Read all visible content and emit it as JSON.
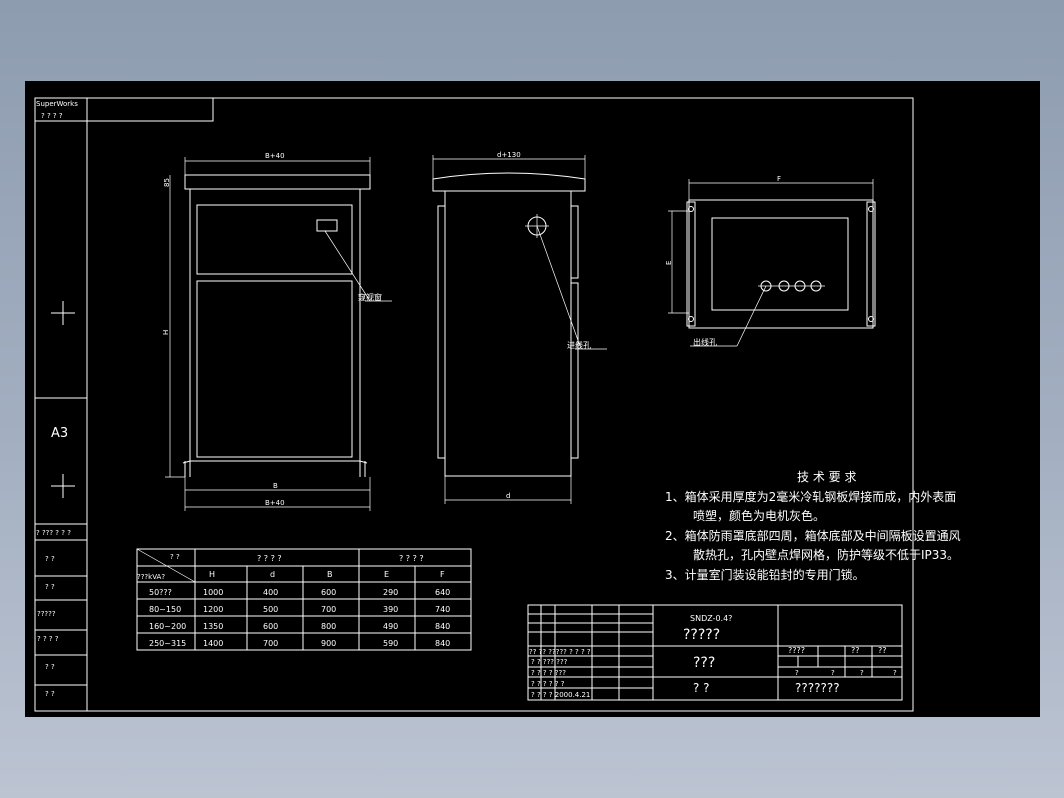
{
  "border": {
    "brand": "SuperWorks",
    "brand_sub": "? ? ? ?",
    "paper_size": "A3",
    "left_strip": [
      "? ??? ? ? ?",
      "?   ?",
      "?   ?",
      "?????",
      "? ? ? ?",
      "?   ?",
      "?   ?"
    ]
  },
  "front_view": {
    "dim_top": "B+40",
    "dim_height_side": "85",
    "dim_H": "H",
    "dim_bottom_inner": "B",
    "dim_bottom_outer": "B+40",
    "label_window": "窥视窗"
  },
  "side_view": {
    "dim_top": "d+130",
    "dim_bottom": "d",
    "label_entry": "进线孔"
  },
  "bottom_view": {
    "dim_top": "F",
    "dim_side": "E",
    "label_exit": "出线孔"
  },
  "tech_requirements": {
    "title": "技 术 要 求",
    "lines": [
      "1、箱体采用厚度为2毫米冷轧钢板焊接而成，内外表面",
      "喷塑，颜色为电机灰色。",
      "2、箱体防雨罩底部四周，箱体底部及中间隔板设置通风",
      "散热孔，孔内壁点焊网格，防护等级不低于IP33。",
      "3、计量室门装设能铅封的专用门锁。"
    ]
  },
  "spec_table": {
    "corner_top": "?  ?",
    "corner_bottom": "???kVA?",
    "group1": "? ? ? ?",
    "group2": "? ? ? ?",
    "headers": [
      "H",
      "d",
      "B",
      "E",
      "F"
    ],
    "rows": [
      {
        "kva": "50???",
        "cells": [
          "1000",
          "400",
          "600",
          "290",
          "640"
        ]
      },
      {
        "kva": "80~150",
        "cells": [
          "1200",
          "500",
          "700",
          "390",
          "740"
        ]
      },
      {
        "kva": "160~200",
        "cells": [
          "1350",
          "600",
          "800",
          "490",
          "840"
        ]
      },
      {
        "kva": "250~315",
        "cells": [
          "1400",
          "700",
          "900",
          "590",
          "840"
        ]
      }
    ]
  },
  "title_block": {
    "model": "SNDZ-0.4?",
    "name": "?????",
    "material": "???",
    "scale_label": "????",
    "col_a": "??",
    "col_b": "??",
    "company": "???????",
    "drawing_no": "?   ?",
    "date": "2000.4.21",
    "sig_rows": [
      "?? ?? ????? ? ? ? ?",
      "?  ?  ???  ???",
      "?  ?          ? ?  ???",
      "?  ?          ? ?  ? ?",
      "?  ?          ? ?  2000.4.21"
    ],
    "qmarks": [
      "?",
      "?",
      "?",
      "?"
    ]
  }
}
